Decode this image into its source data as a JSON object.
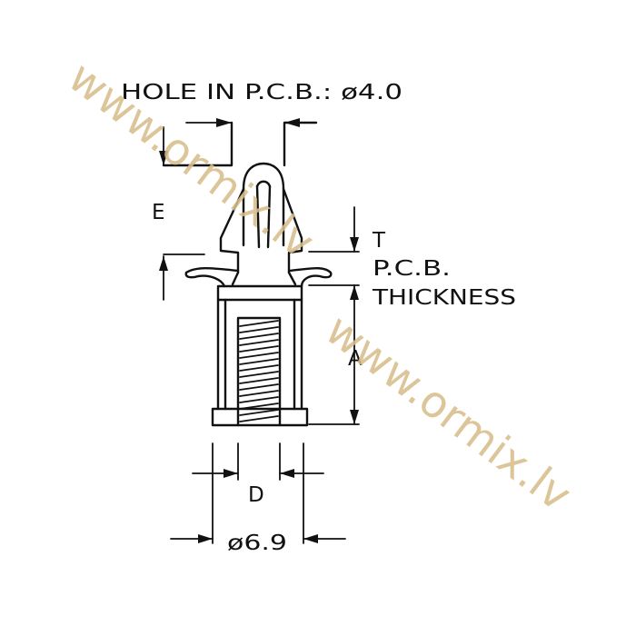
{
  "labels": {
    "hole_note": "HOLE IN P.C.B.: ø4.0",
    "dim_e": "E",
    "dim_t": "T",
    "pcb": "P.C.B.",
    "thickness": "THICKNESS",
    "dim_a": "A",
    "dim_d": "D",
    "outer_dia": "ø6.9"
  },
  "watermark": {
    "text": "www.ormix.lv",
    "color": "#d8bd8c"
  },
  "colors": {
    "line": "#111111",
    "background": "#ffffff"
  }
}
